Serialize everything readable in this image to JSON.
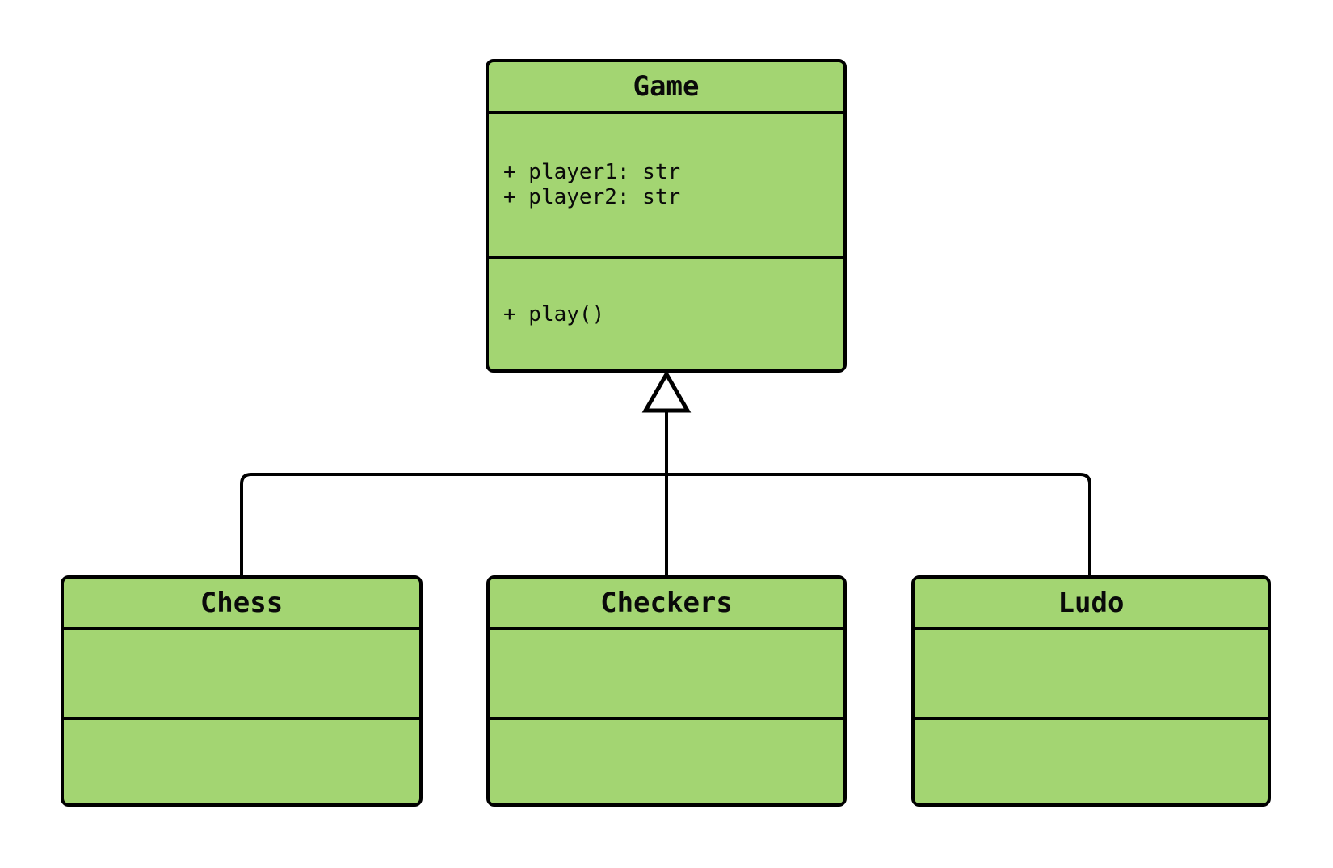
{
  "diagram": {
    "type": "uml-class-diagram",
    "classes": [
      {
        "name": "Game",
        "attributes": [
          "+ player1: str",
          "+ player2: str"
        ],
        "methods": [
          "+ play()"
        ]
      },
      {
        "name": "Chess",
        "attributes": [],
        "methods": []
      },
      {
        "name": "Checkers",
        "attributes": [],
        "methods": []
      },
      {
        "name": "Ludo",
        "attributes": [],
        "methods": []
      }
    ],
    "relationships": [
      {
        "type": "inheritance",
        "child": "Chess",
        "parent": "Game"
      },
      {
        "type": "inheritance",
        "child": "Checkers",
        "parent": "Game"
      },
      {
        "type": "inheritance",
        "child": "Ludo",
        "parent": "Game"
      }
    ],
    "colors": {
      "class_fill": "#a3d572",
      "stroke": "#000000",
      "text": "#0a0a0a",
      "background": "#ffffff"
    }
  }
}
